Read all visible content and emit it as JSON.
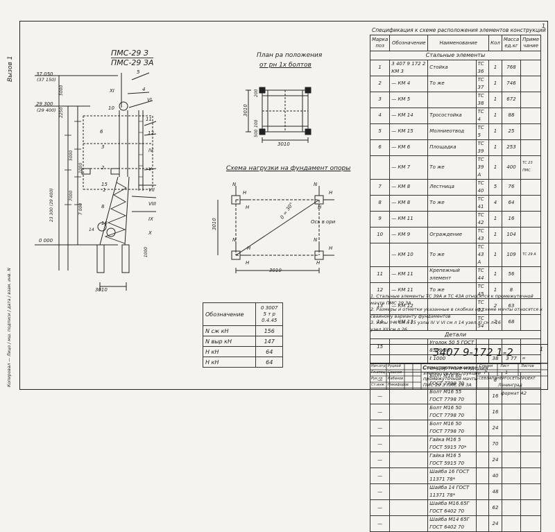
{
  "frame": {
    "left_strip_top": "Вызов 1",
    "left_strip_bottom": "Копировал — Лицо / мш. подписи / дата / взам. инв. N",
    "right_corner": "1"
  },
  "tower": {
    "title_line1": "ПМС-29 З",
    "title_line2": "ПМС-29 ЗА",
    "elev_top": "37 050",
    "elev_top_alt": "(37 150)",
    "elev_mid": "29 300",
    "elev_mid_alt": "(29 400)",
    "elev_zero": "0 000",
    "dims_left": [
      "5000",
      "2250",
      "5000",
      "7000",
      "1000",
      "7 000",
      "23 300 (29 400)"
    ],
    "dim_base": "3010",
    "dim_foot": "1000",
    "part_marks_right": [
      "5",
      "4",
      "XI",
      "10",
      "VI",
      "11",
      "12",
      "IV",
      "V",
      "VII",
      "VIII",
      "IX",
      "X"
    ],
    "part_marks_left": [
      "6",
      "3",
      "2",
      "1",
      "14",
      "16",
      "15",
      "8"
    ]
  },
  "plan": {
    "title_line1": "План ра положения",
    "title_line2": "от рн 1х болтов",
    "dims": [
      "3010",
      "3010",
      "200",
      "500",
      "100"
    ]
  },
  "loads_scheme": {
    "title": "Схема нагрузки на фундамент опоры",
    "labels": [
      "Н",
      "Н",
      "Н",
      "Н",
      "Н",
      "Н",
      "Н",
      "Н",
      "N",
      "N",
      "N",
      "N"
    ],
    "dim_diag": "0 = 30°",
    "axis_label": "Ось в ори",
    "dim_base": "3010",
    "dim_left": "3010"
  },
  "loads_table": {
    "header_col1": "Обозначение",
    "header_col2_line1": "0 3007",
    "header_col2_line2": "5 т р",
    "header_col2_line3": "0.4.45",
    "rows": [
      {
        "name": "N сж  кН",
        "value": "156"
      },
      {
        "name": "N выр  кН",
        "value": "147"
      },
      {
        "name": "Н      кН",
        "value": "64"
      },
      {
        "name": "Н      кН",
        "value": "64"
      }
    ]
  },
  "spec": {
    "caption": "Спецификация к схеме расположения элементов конструкций",
    "headers": {
      "mark": "Марка поз",
      "designation": "Обозначение",
      "name": "Наименование",
      "qty": "Кол",
      "weight": "Масса ед.кг",
      "note": "Приме чание"
    },
    "section1": "Стальные элементы",
    "rows1": [
      {
        "pos": "1",
        "ob": "3 407 9  172 2  КМ 3",
        "name": "Стойка",
        "code": "ТС 36",
        "q": "1",
        "w": "768",
        "n": ""
      },
      {
        "pos": "2",
        "ob": "— КМ 4",
        "name": "То же",
        "code": "ТС 37",
        "q": "1",
        "w": "746",
        "n": ""
      },
      {
        "pos": "3",
        "ob": "— КМ 5",
        "name": "",
        "code": "ТС 38",
        "q": "1",
        "w": "672",
        "n": ""
      },
      {
        "pos": "4",
        "ob": "— КМ 14",
        "name": "Тросостойка",
        "code": "ТС 4",
        "q": "1",
        "w": "88",
        "n": ""
      },
      {
        "pos": "5",
        "ob": "— КМ 15",
        "name": "Молниеотвод",
        "code": "ТС 5",
        "q": "1",
        "w": "25",
        "n": ""
      },
      {
        "pos": "6",
        "ob": "— КМ 6",
        "name": "Площадка",
        "code": "ТС 39",
        "q": "1",
        "w": "253",
        "n": ""
      },
      {
        "pos": "",
        "ob": "— КМ 7",
        "name": "То же",
        "code": "ТС 39 А",
        "q": "1",
        "w": "400",
        "n": "ТС 23 ПМС"
      },
      {
        "pos": "7",
        "ob": "— КМ 8",
        "name": "Лестница",
        "code": "ТС 40",
        "q": "5",
        "w": "76",
        "n": ""
      },
      {
        "pos": "8",
        "ob": "— КМ 8",
        "name": "То же",
        "code": "ТС 41",
        "q": "4",
        "w": "64",
        "n": ""
      },
      {
        "pos": "9",
        "ob": "— КМ 11",
        "name": "",
        "code": "ТС 42",
        "q": "1",
        "w": "16",
        "n": ""
      },
      {
        "pos": "10",
        "ob": "— КМ 9",
        "name": "Ограждение",
        "code": "ТС 43",
        "q": "1",
        "w": "104",
        "n": ""
      },
      {
        "pos": "",
        "ob": "— КМ 10",
        "name": "То же",
        "code": "ТС 43 А",
        "q": "1",
        "w": "109",
        "n": "ТС 29 А"
      },
      {
        "pos": "11",
        "ob": "— КМ 11",
        "name": "Крепежный элемент",
        "code": "ТС 44",
        "q": "1",
        "w": "56",
        "n": ""
      },
      {
        "pos": "12",
        "ob": "— КМ 11",
        "name": "То же",
        "code": "ТС 45",
        "q": "1",
        "w": "8",
        "n": ""
      },
      {
        "pos": "13",
        "ob": "— КМ 12",
        "name": "",
        "code": "ТС 52",
        "q": "2",
        "w": "63",
        "n": ""
      },
      {
        "pos": "14",
        "ob": "— КМ 13",
        "name": "",
        "code": "ТС 54",
        "q": "2",
        "w": "68",
        "n": ""
      }
    ],
    "section2": "Детали",
    "rows2": [
      {
        "pos": "15",
        "ob": "",
        "name": "Уголок 50  5 ГОСТ 8509-86",
        "code": "",
        "q": "",
        "w": "",
        "n": ""
      },
      {
        "pos": "",
        "ob": "",
        "name": "ℓ  1000",
        "code": "",
        "q": "38",
        "w": "3 77",
        "n": "м"
      }
    ],
    "section3": "Стандартные изделия",
    "rows3": [
      {
        "pos": "—",
        "ob": "",
        "name": "Болт М16 60 ГОСТ 7798 70",
        "code": "",
        "q": "8",
        "w": "",
        "n": ""
      },
      {
        "pos": "—",
        "ob": "",
        "name": "Болт М16 55 ГОСТ 7798 70",
        "code": "",
        "q": "16",
        "w": "",
        "n": ""
      },
      {
        "pos": "—",
        "ob": "",
        "name": "Болт М16 50 ГОСТ 7798 70",
        "code": "",
        "q": "16",
        "w": "",
        "n": ""
      },
      {
        "pos": "—",
        "ob": "",
        "name": "Болт М16 50 ГОСТ 7798 70",
        "code": "",
        "q": "24",
        "w": "",
        "n": ""
      },
      {
        "pos": "—",
        "ob": "",
        "name": "Гайка М16 5 ГОСТ 5915 70*",
        "code": "",
        "q": "70",
        "w": "",
        "n": ""
      },
      {
        "pos": "—",
        "ob": "",
        "name": "Гайка М16 5 ГОСТ 5915 70",
        "code": "",
        "q": "24",
        "w": "",
        "n": ""
      },
      {
        "pos": "—",
        "ob": "",
        "name": "Шайба 16 ГОСТ 11371 78*",
        "code": "",
        "q": "40",
        "w": "",
        "n": ""
      },
      {
        "pos": "—",
        "ob": "",
        "name": "Шайба 14 ГОСТ 11371 78*",
        "code": "",
        "q": "48",
        "w": "",
        "n": ""
      },
      {
        "pos": "—",
        "ob": "",
        "name": "Шайба М16.65Г ГОСТ 6402 70",
        "code": "",
        "q": "62",
        "w": "",
        "n": ""
      },
      {
        "pos": "—",
        "ob": "",
        "name": "Шайба М14 65Г ГОСТ 6402 70",
        "code": "",
        "q": "24",
        "w": "",
        "n": ""
      }
    ]
  },
  "notes": [
    "1. Стальные элементы ТС 39А и ТС 43А относятся к промежуточной мачте ПМС 29 ЗА",
    "2. Размеры и отметки указанные в скобках на схеме мачты относятся к свайному варианту фундаментов",
    "3. Узлы II  III см л 15 узлы IV  V  VI см л 14 узел XI см л 16",
    "   узел XII см  л 26"
  ],
  "title_block": {
    "doc_number": "3407 9-172 1-2",
    "stage_label": "Стадия",
    "sheet_label": "Лист",
    "sheets_label": "Листов",
    "stage": "Р",
    "sheet": "1",
    "title_line1": "Схема расположения",
    "title_line2": "элементов конструкции",
    "title_line3": "промежуточной мачты",
    "title_line4": "ПМС 29 З ПМС 29 ЗА",
    "org_line1": "СЕВЗАПЭНЕРГОСЕТЬПРОЕКТ",
    "org_line2": "Ленинград",
    "format": "формат А2",
    "roles": [
      "Нач.отд",
      "Гл.спец",
      "Рук.гр",
      "Ст.инж"
    ],
    "names": [
      "Руцкой",
      "Сошков",
      "Кабанов",
      "Никифоров"
    ]
  }
}
